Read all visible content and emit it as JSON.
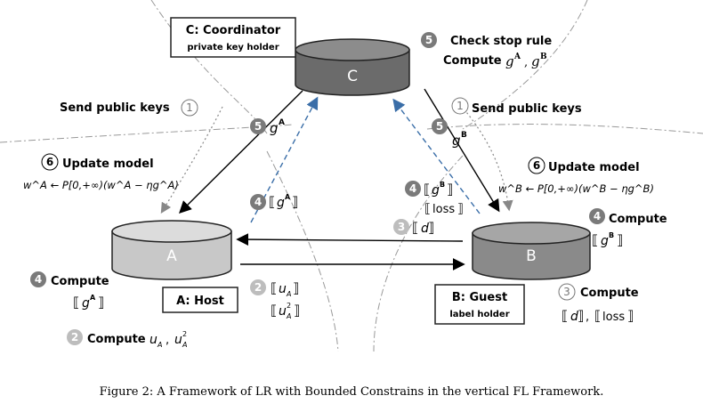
{
  "nodes": {
    "coordinator": {
      "cylinder_label": "C",
      "box_title": "C: Coordinator",
      "box_subtitle": "private key holder"
    },
    "host": {
      "cylinder_label": "A",
      "box_title": "A: Host"
    },
    "guest": {
      "cylinder_label": "B",
      "box_title": "B: Guest",
      "box_subtitle": "label holder"
    }
  },
  "steps": {
    "s1": "1",
    "s2": "2",
    "s3": "3",
    "s4": "4",
    "s5": "5",
    "s6": "6"
  },
  "labels": {
    "send_public_keys": "Send public keys",
    "check_stop_rule": "Check stop rule",
    "compute": "Compute",
    "update_model": "Update model"
  },
  "math": {
    "gA": "g",
    "gA_sup": "A",
    "gB": "g",
    "gB_sup": "B",
    "comma": ",",
    "enc_open": "⟦",
    "enc_close": "⟧",
    "update_A": "w^A ← P[0,+∞)(w^A − ηg^A)",
    "update_B": "w^B ← P[0,+∞)(w^B − ηg^B)",
    "loss": "loss",
    "d": "d",
    "uA": "u",
    "sub_A": "A",
    "sq": "2"
  },
  "caption": "Figure 2:  A Framework of LR with Bounded Constrains in the vertical FL Framework.",
  "colors": {
    "cylinder_c": "#6b6b6b",
    "cylinder_a": "#c8c8c8",
    "cylinder_b": "#8a8a8a",
    "step_circle": "#7a7a7a",
    "dashed_arrow": "#3a6ea8"
  }
}
